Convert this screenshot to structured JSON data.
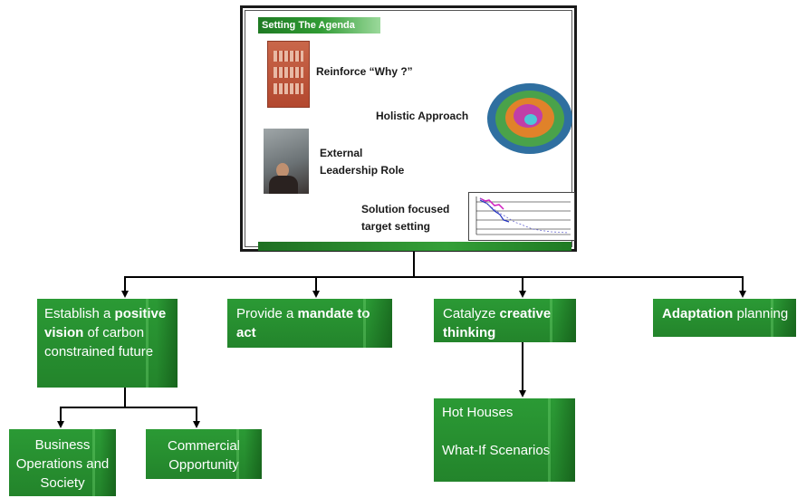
{
  "slide": {
    "title": "Setting The Agenda",
    "items": [
      {
        "text": "Reinforce “Why ?”"
      },
      {
        "text": "Holistic Approach"
      },
      {
        "text_line1": "External",
        "text_line2": "Leadership Role"
      },
      {
        "text_line1": "Solution focused",
        "text_line2": "target setting"
      }
    ]
  },
  "boxes": {
    "vision": {
      "pre": "Establish a ",
      "bold": "positive vision",
      "post": " of carbon constrained future"
    },
    "mandate": {
      "pre": "Provide a ",
      "bold": "mandate to act",
      "post": ""
    },
    "creative": {
      "pre": "Catalyze ",
      "bold": "creative thinking",
      "post": ""
    },
    "adaptation": {
      "bold": "Adaptation",
      "post": " planning"
    },
    "business": {
      "text": "Business Operations and Society"
    },
    "commercial": {
      "text": "Commercial Opportunity"
    },
    "hothouses": {
      "line1": "Hot Houses",
      "line2": "What-If Scenarios"
    }
  },
  "colors": {
    "box_green": "#2b9a35",
    "title_green": "#1f7a23"
  }
}
